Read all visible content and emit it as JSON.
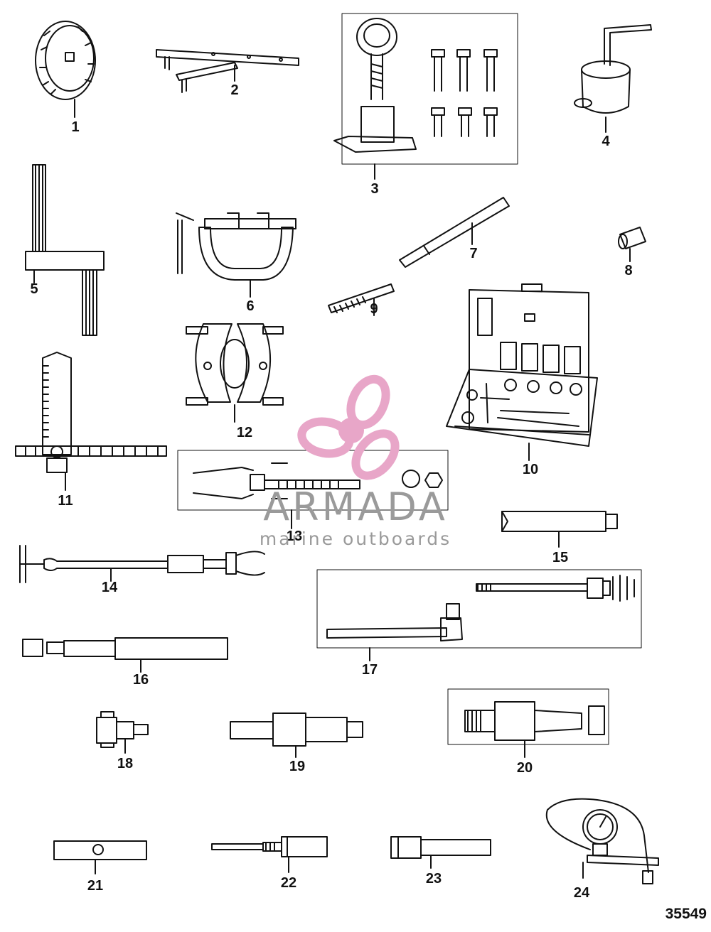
{
  "diagram": {
    "callouts": [
      "1",
      "2",
      "3",
      "4",
      "5",
      "6",
      "7",
      "8",
      "9",
      "10",
      "11",
      "12",
      "13",
      "14",
      "15",
      "16",
      "17",
      "18",
      "19",
      "20",
      "21",
      "22",
      "23",
      "24"
    ],
    "reference_number": "35549"
  },
  "watermark": {
    "title": "ARMADA",
    "subtitle": "marine outboards",
    "accent_color": "#e8a6c8"
  }
}
